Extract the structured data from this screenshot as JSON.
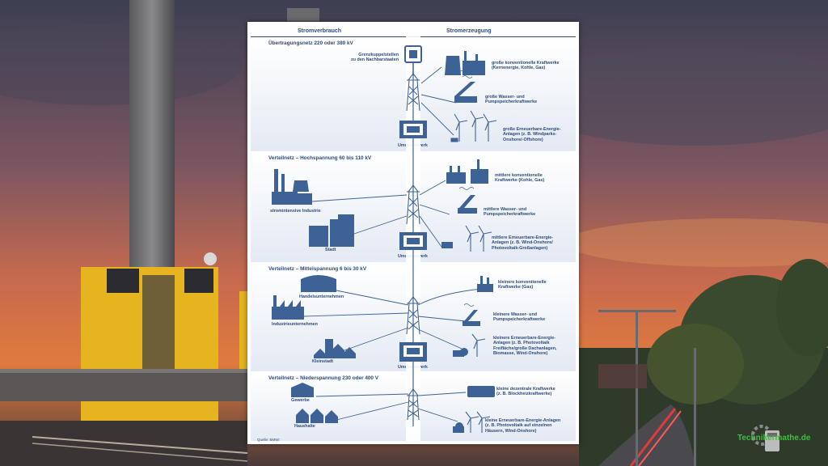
{
  "header": {
    "left": "Stromverbrauch",
    "right": "Stromerzeugung"
  },
  "sections": [
    {
      "title": "Übertragungsnetz 220 oder 380 kV",
      "left": [
        {
          "lines": [
            "Grenzkuppelstellen",
            "zu den Nachbarstaaten"
          ]
        }
      ],
      "substation": "Umspannwerk",
      "right": [
        {
          "lines": [
            "große konventionelle Kraftwerke",
            "(Kernenergie, Kohle, Gas)"
          ]
        },
        {
          "lines": [
            "große Wasser- und",
            "Pumpspeicherkraftwerke"
          ]
        },
        {
          "lines": [
            "große Erneuerbare-Energie-",
            "Anlagen (z. B. Windparks-",
            "Onshore/-Offshore)"
          ]
        }
      ]
    },
    {
      "title": "Verteilnetz – Hochspannung 60 bis 110 kV",
      "left": [
        {
          "lines": [
            "stromintensive Industrie"
          ]
        },
        {
          "lines": [
            "Stadt"
          ]
        }
      ],
      "substation": "Umspannwerk",
      "right": [
        {
          "lines": [
            "mittlere konventionelle",
            "Kraftwerke (Kohle, Gas)"
          ]
        },
        {
          "lines": [
            "mittlere Wasser- und",
            "Pumpspeicherkraftwerke"
          ]
        },
        {
          "lines": [
            "mittlere Erneuerbare-Energie-",
            "Anlagen (z. B. Wind-Onshore/",
            "Photovoltaik-Großanlagen)"
          ]
        }
      ]
    },
    {
      "title": "Verteilnetz – Mittelspannung 6 bis 30 kV",
      "left": [
        {
          "lines": [
            "Handelsunternehmen"
          ]
        },
        {
          "lines": [
            "Industrieunternehmen"
          ]
        },
        {
          "lines": [
            "Kleinstadt"
          ]
        }
      ],
      "substation": "Umspannwerk",
      "right": [
        {
          "lines": [
            "kleinere konventionelle",
            "Kraftwerke (Gas)"
          ]
        },
        {
          "lines": [
            "kleinere Wasser- und",
            "Pumpspeicherkraftwerke"
          ]
        },
        {
          "lines": [
            "kleinere Erneuerbare-Energie-",
            "Anlagen (z. B. Photovoltaik",
            "Freifläche/große Dachanlagen,",
            "Biomasse, Wind-Onshore)"
          ]
        }
      ]
    },
    {
      "title": "Verteilnetz – Niederspannung 230 oder 400 V",
      "left": [
        {
          "lines": [
            "Gewerbe"
          ]
        },
        {
          "lines": [
            "Haushalte"
          ]
        }
      ],
      "right": [
        {
          "lines": [
            "kleine dezentrale Kraftwerke",
            "(z. B. Blockheizkraftwerke)"
          ]
        },
        {
          "lines": [
            "kleine Erneuerbare-Energie-Anlagen",
            "(z. B. Photovoltaik auf einzelnen",
            "Häusern, Wind-Onshore)"
          ]
        }
      ]
    }
  ],
  "source": "Quelle: BMWi",
  "watermark": "Technikermathe.de",
  "colors": {
    "diagram": "#2e4b7a",
    "icon": "#3d6396",
    "watermark": "#3fbf3f"
  }
}
